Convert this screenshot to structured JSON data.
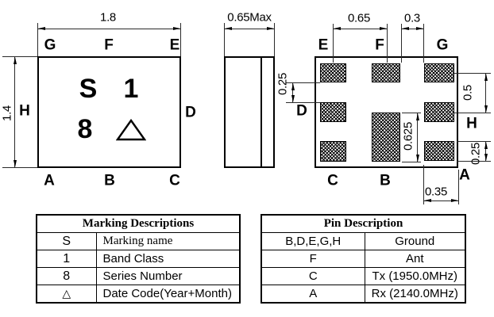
{
  "views": {
    "top_view": {
      "dims": {
        "body_width": "1.8",
        "body_height": "1.4"
      },
      "pins": {
        "top": [
          "G",
          "F",
          "E"
        ],
        "left": "H",
        "right": "D",
        "bottom": [
          "A",
          "B",
          "C"
        ]
      },
      "marking": {
        "chars": [
          "S",
          "1",
          "8"
        ],
        "date_code_symbol": "△"
      }
    },
    "side_view": {
      "dims": {
        "max_thickness": "0.65Max"
      }
    },
    "bottom_view": {
      "pins": {
        "top": [
          "E",
          "F",
          "G"
        ],
        "left": "D",
        "right": "H",
        "bottom": [
          "C",
          "B",
          "A"
        ]
      },
      "dims": {
        "pad_pitch_x": "0.65",
        "pad_gap_x": "0.3",
        "pad_gap_left_y": "0.25",
        "row_pitch_y": "0.5",
        "pad_b_height": "0.625",
        "pad_a_height": "0.25",
        "pad_a_width": "0.35"
      }
    }
  },
  "marking_table": {
    "title": "Marking Descriptions",
    "rows": [
      {
        "symbol": "S",
        "description": "Marking name"
      },
      {
        "symbol": "1",
        "description": "Band Class"
      },
      {
        "symbol": "8",
        "description": "Series Number"
      },
      {
        "symbol": "△",
        "description": "Date Code(Year+Month)"
      }
    ]
  },
  "pin_table": {
    "title": "Pin Description",
    "rows": [
      {
        "pin": "B,D,E,G,H",
        "function": "Ground"
      },
      {
        "pin": "F",
        "function": "Ant"
      },
      {
        "pin": "C",
        "function": "Tx (1950.0MHz)"
      },
      {
        "pin": "A",
        "function": "Rx (2140.0MHz)"
      }
    ]
  }
}
